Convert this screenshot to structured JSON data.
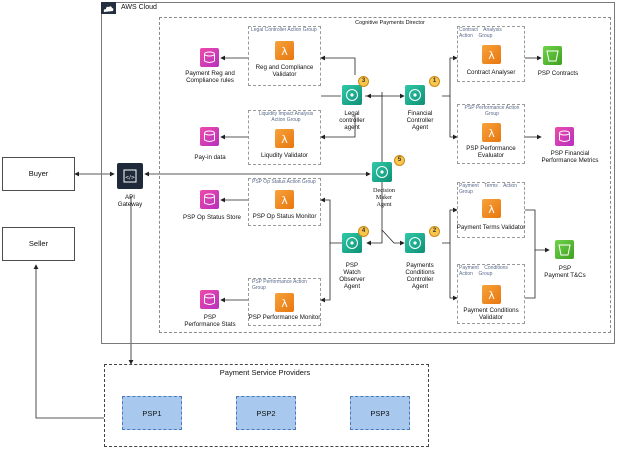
{
  "actors": {
    "buyer": "Buyer",
    "seller": "Seller"
  },
  "api_gateway": "API\nGateway",
  "cloud": {
    "title": "AWS Cloud",
    "director_title": "Cognitive Payments Director"
  },
  "agents": {
    "decision_maker": "Decision\nMaker\nAgent",
    "legal": {
      "label": "Legal\ncontroller\nagent",
      "badge": "3"
    },
    "financial": {
      "label": "Financial\nController\nAgent",
      "badge": "1"
    },
    "watch": {
      "label": "PSP\nWatch\nObserver\nAgent",
      "badge": "4"
    },
    "payments": {
      "label": "Payments\nConditions\nController\nAgent",
      "badge": "2"
    },
    "decision_badge": "5"
  },
  "groups": {
    "legal": {
      "title": "Legal Controller Action Group",
      "lambda": "Reg and Compliance\nValidator"
    },
    "liquidity": {
      "title": "Liquidity Impact Analysis\nAction Group",
      "lambda": "Liqudity Validator"
    },
    "op_status": {
      "title": "PSP Op Status Action Group",
      "lambda": "PSP Op Status Monitor"
    },
    "performance_left": {
      "title": "PSP Performance Action\nGroup",
      "lambda": "PSP Performance Monitor"
    },
    "contract": {
      "title": "Contract    Analysis\nAction    Group",
      "lambda": "Contract Analyser"
    },
    "performance_right": {
      "title": "PSP Performance Action\nGroup",
      "lambda": "PSP Performance\nEvaluator"
    },
    "payment_terms": {
      "title": "Payment    Terms    Action\nGroup",
      "lambda": "Payment Terms Validator"
    },
    "payment_conditions": {
      "title": "Payment    Conditions\nAction    Group",
      "lambda": "Payment Conditions\nValidator"
    }
  },
  "stores": {
    "reg_rules": "Payment Reg and\nCompliance rules",
    "payin": "Pay-in data",
    "op_status_store": "PSP Op Status Store",
    "perf_stats": "PSP\nPerformance Stats",
    "contracts": "PSP Contracts",
    "fin_metrics": "PSP Financial\nPerformance Metrics",
    "terms_tcs": "PSP\nPayment T&Cs"
  },
  "providers": {
    "title": "Payment Service Providers",
    "items": [
      "PSP1",
      "PSP2",
      "PSP3"
    ]
  },
  "colors": {
    "lambda": "#ED7A16",
    "dynamodb": "#C925D1",
    "s3": "#3F9F1F",
    "agent": "#0E8F75",
    "badge": "#F9C64D",
    "psp": "#A8C8EE"
  }
}
